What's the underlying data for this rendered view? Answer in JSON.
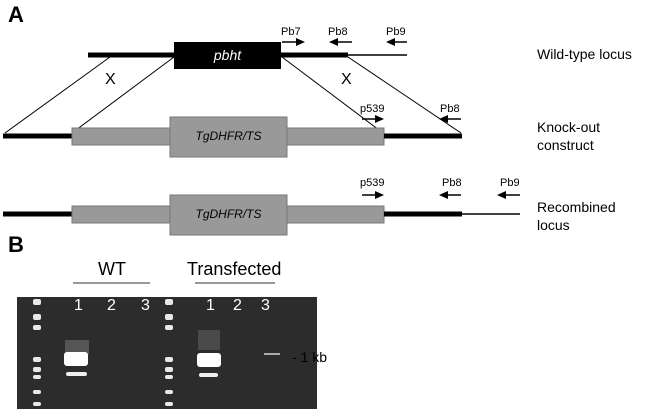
{
  "panel_a": {
    "label": "A",
    "wild_type": {
      "label": "Wild-type locus",
      "gene": "pbht",
      "primers": [
        {
          "name": "Pb7",
          "direction": "forward"
        },
        {
          "name": "Pb8",
          "direction": "reverse"
        },
        {
          "name": "Pb9",
          "direction": "reverse"
        }
      ]
    },
    "crossover_marks": [
      "X",
      "X"
    ],
    "knockout": {
      "label_line1": "Knock-out",
      "label_line2": "construct",
      "cassette": "TgDHFR/TS",
      "primers": [
        {
          "name": "p539",
          "direction": "forward"
        },
        {
          "name": "Pb8",
          "direction": "reverse"
        }
      ]
    },
    "recombined": {
      "label_line1": "Recombined",
      "label_line2": "locus",
      "cassette": "TgDHFR/TS",
      "primers": [
        {
          "name": "p539",
          "direction": "forward"
        },
        {
          "name": "Pb8",
          "direction": "reverse"
        },
        {
          "name": "Pb9",
          "direction": "reverse"
        }
      ]
    }
  },
  "panel_b": {
    "label": "B",
    "groups": [
      {
        "name": "WT",
        "lanes": [
          "1",
          "2",
          "3"
        ]
      },
      {
        "name": "Transfected",
        "lanes": [
          "1",
          "2",
          "3"
        ]
      }
    ],
    "marker_label": "- 1 kb",
    "colors": {
      "gel_bg": "#2a2a2a",
      "band": "#ffffff"
    }
  }
}
